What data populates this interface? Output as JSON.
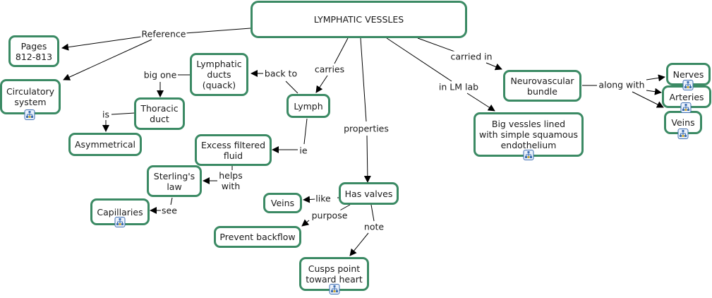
{
  "title": "LYMPHATIC VESSLES",
  "colors": {
    "node_border": "#3b8a64",
    "edge": "#000000",
    "resource_icon": "#3f6fb3"
  },
  "nodes": {
    "main": "LYMPHATIC VESSLES",
    "pages": "Pages\n812-813",
    "circulatory": "Circulatory\nsystem",
    "lymphatic_ducts": "Lymphatic\nducts\n(quack)",
    "thoracic": "Thoracic\nduct",
    "asymmetrical": "Asymmetrical",
    "lymph": "Lymph",
    "excess": "Excess filtered\nfluid",
    "sterling": "Sterling's\nlaw",
    "capillaries": "Capillaries",
    "has_valves": "Has valves",
    "veins_left": "Veins",
    "prevent": "Prevent backflow",
    "cusps": "Cusps point\ntoward heart",
    "neurovascular": "Neurovascular\nbundle",
    "big_vessles": "Big vessles lined\nwith simple squamous\nendothelium",
    "nerves": "Nerves",
    "arteries": "Arteries",
    "veins_right": "Veins"
  },
  "links": {
    "reference": "Reference",
    "big_one": "big one",
    "is": "is",
    "back_to": "back to",
    "carries": "carries",
    "ie": "ie",
    "helps_with": "helps\nwith",
    "see": "see",
    "properties": "properties",
    "like": "like",
    "purpose": "purpose",
    "note": "note",
    "carried_in": "carried in",
    "in_lm_lab": "in LM lab",
    "along_with": "along with"
  },
  "resource_icon": "concept-map-resource-icon"
}
